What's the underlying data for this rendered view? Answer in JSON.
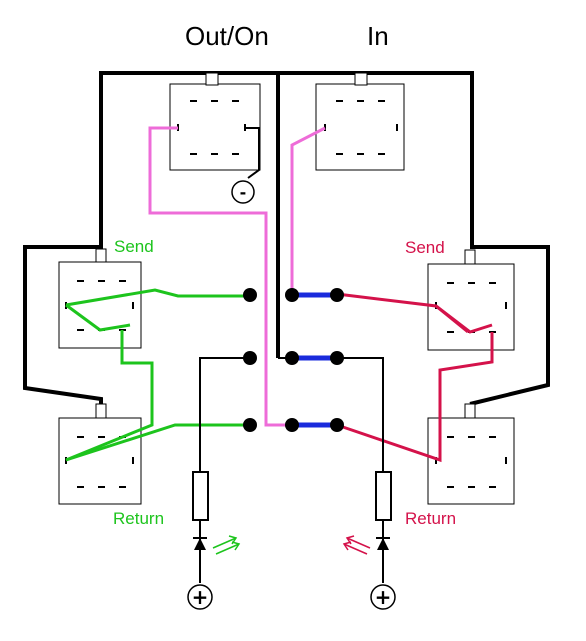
{
  "titles": {
    "left": "Out/On",
    "right": "In"
  },
  "labels": {
    "send_left": "Send",
    "return_left": "Return",
    "send_right": "Send",
    "return_right": "Return"
  },
  "symbols": {
    "minus": "-",
    "plus_left": "+",
    "plus_right": "+"
  },
  "colors": {
    "green_wire": "#1dc41d",
    "pink_wire": "#ee6cd8",
    "red_wire": "#d4124a",
    "blue_jumper": "#1a2bdc",
    "black_wire": "#000000"
  }
}
